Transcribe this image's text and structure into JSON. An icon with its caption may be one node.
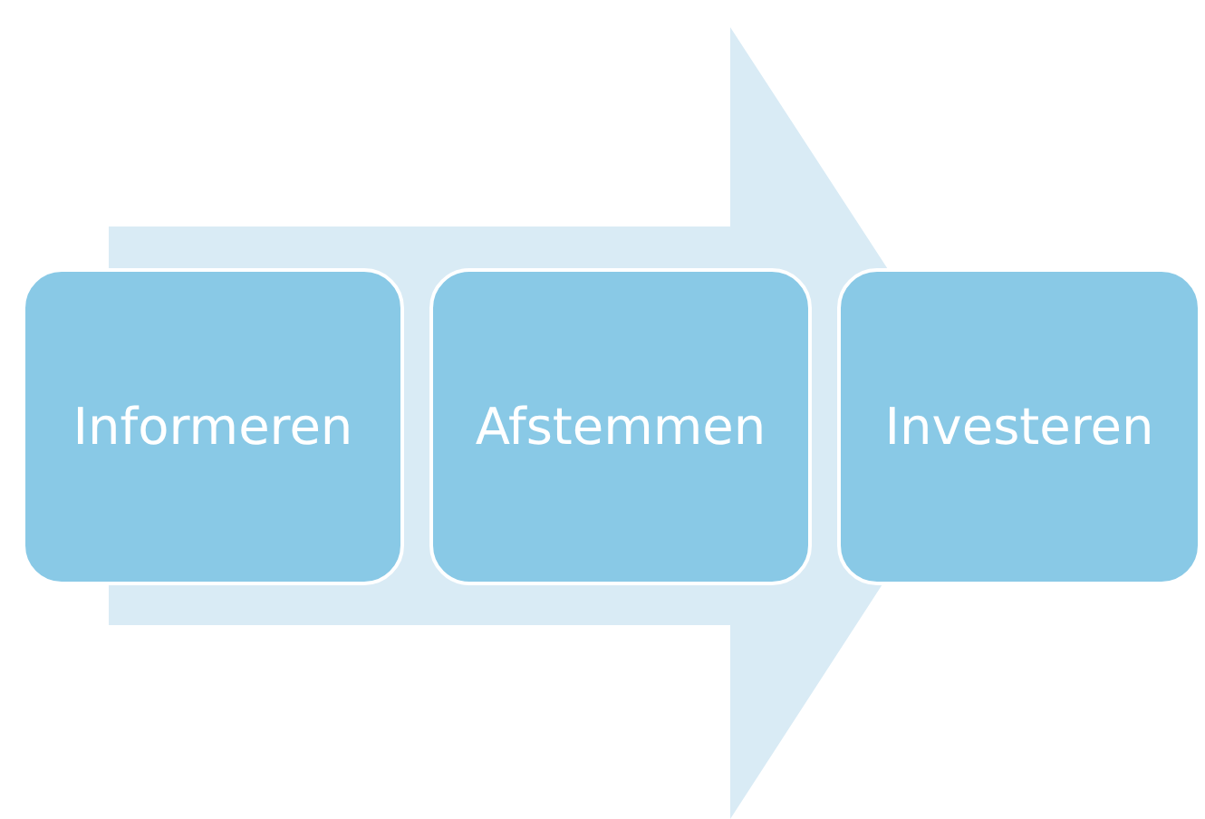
{
  "diagram": {
    "nodes": [
      {
        "text": [
          "Informeren"
        ]
      },
      {
        "text": [
          "Afstemmen"
        ]
      },
      {
        "text": [
          "Investeren"
        ]
      }
    ],
    "edges": [
      {
        "from": 0,
        "to": 2,
        "arrow": "to"
      }
    ]
  }
}
